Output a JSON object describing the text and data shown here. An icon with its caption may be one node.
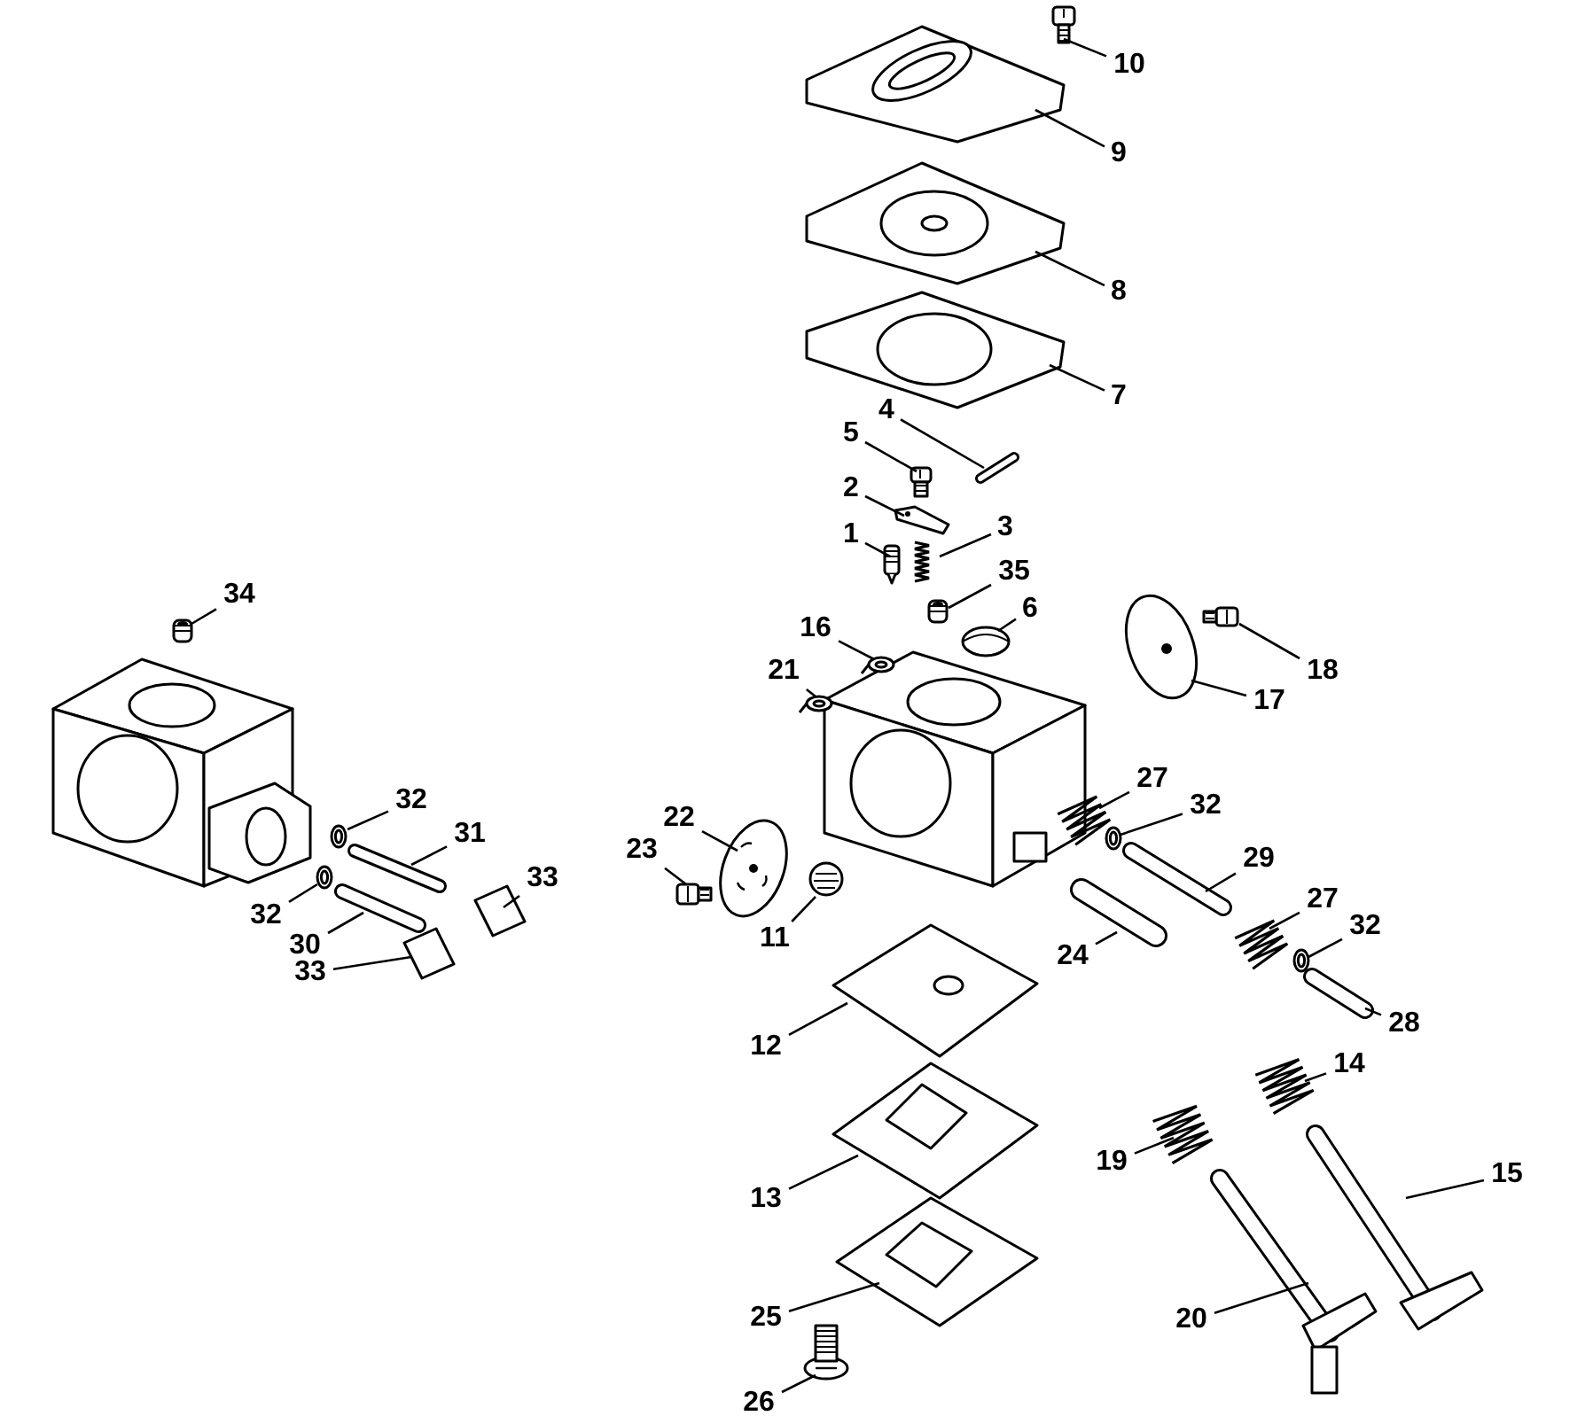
{
  "diagram": {
    "nodes": [
      {
        "text": [
          "10"
        ]
      },
      {
        "text": [
          "9"
        ]
      },
      {
        "text": [
          "8"
        ]
      },
      {
        "text": [
          "7"
        ]
      },
      {
        "text": [
          "4"
        ]
      },
      {
        "text": [
          "5"
        ]
      },
      {
        "text": [
          "2"
        ]
      },
      {
        "text": [
          "3"
        ]
      },
      {
        "text": [
          "1"
        ]
      },
      {
        "text": [
          "35"
        ]
      },
      {
        "text": [
          "34"
        ]
      },
      {
        "text": [
          "6"
        ]
      },
      {
        "text": [
          "16"
        ]
      },
      {
        "text": [
          "18"
        ]
      },
      {
        "text": [
          "21"
        ]
      },
      {
        "text": [
          "17"
        ]
      },
      {
        "text": [
          "27"
        ]
      },
      {
        "text": [
          "32"
        ]
      },
      {
        "text": [
          "32"
        ]
      },
      {
        "text": [
          "31"
        ]
      },
      {
        "text": [
          "22"
        ]
      },
      {
        "text": [
          "23"
        ]
      },
      {
        "text": [
          "33"
        ]
      },
      {
        "text": [
          "29"
        ]
      },
      {
        "text": [
          "27"
        ]
      },
      {
        "text": [
          "32"
        ]
      },
      {
        "text": [
          "30"
        ]
      },
      {
        "text": [
          "32"
        ]
      },
      {
        "text": [
          "11"
        ]
      },
      {
        "text": [
          "24"
        ]
      },
      {
        "text": [
          "33"
        ]
      },
      {
        "text": [
          "28"
        ]
      },
      {
        "text": [
          "12"
        ]
      },
      {
        "text": [
          "14"
        ]
      },
      {
        "text": [
          "19"
        ]
      },
      {
        "text": [
          "15"
        ]
      },
      {
        "text": [
          "13"
        ]
      },
      {
        "text": [
          "20"
        ]
      },
      {
        "text": [
          "25"
        ]
      },
      {
        "text": [
          "26"
        ]
      },
      {
        "text": [],
        "shape": "picture"
      },
      {
        "text": [],
        "shape": "picture"
      },
      {
        "text": [],
        "shape": "picture"
      },
      {
        "text": [],
        "shape": "picture"
      },
      {
        "text": [],
        "shape": "picture"
      },
      {
        "text": [],
        "shape": "picture"
      },
      {
        "text": [],
        "shape": "picture"
      },
      {
        "text": [],
        "shape": "picture"
      },
      {
        "text": [],
        "shape": "picture"
      },
      {
        "text": [],
        "shape": "picture"
      },
      {
        "text": [],
        "shape": "picture"
      },
      {
        "text": [],
        "shape": "picture"
      },
      {
        "text": [],
        "shape": "picture"
      },
      {
        "text": [],
        "shape": "picture"
      },
      {
        "text": [],
        "shape": "picture"
      },
      {
        "text": [],
        "shape": "picture"
      },
      {
        "text": [],
        "shape": "picture"
      },
      {
        "text": [],
        "shape": "picture"
      },
      {
        "text": [],
        "shape": "picture"
      },
      {
        "text": [],
        "shape": "picture"
      },
      {
        "text": [],
        "shape": "picture"
      },
      {
        "text": [],
        "shape": "picture"
      },
      {
        "text": [],
        "shape": "picture"
      },
      {
        "text": [],
        "shape": "picture"
      },
      {
        "text": [],
        "shape": "picture"
      },
      {
        "text": [],
        "shape": "picture"
      },
      {
        "text": [],
        "shape": "picture"
      },
      {
        "text": [],
        "shape": "picture"
      },
      {
        "text": [],
        "shape": "picture"
      },
      {
        "text": [],
        "shape": "picture"
      },
      {
        "text": [],
        "shape": "picture"
      },
      {
        "text": [],
        "shape": "picture"
      },
      {
        "text": [],
        "shape": "picture"
      },
      {
        "text": [],
        "shape": "picture"
      },
      {
        "text": [],
        "shape": "picture"
      },
      {
        "text": [],
        "shape": "picture"
      },
      {
        "text": [],
        "shape": "picture"
      },
      {
        "text": [],
        "shape": "picture"
      },
      {
        "text": [],
        "shape": "picture"
      },
      {
        "text": [],
        "shape": "picture"
      }
    ],
    "edges": [
      {
        "from": 0,
        "to": 40,
        "arrow": "none"
      },
      {
        "from": 1,
        "to": 41,
        "arrow": "none"
      },
      {
        "from": 2,
        "to": 42,
        "arrow": "none"
      },
      {
        "from": 3,
        "to": 43,
        "arrow": "none"
      },
      {
        "from": 4,
        "to": 44,
        "arrow": "none"
      },
      {
        "from": 5,
        "to": 45,
        "arrow": "none"
      },
      {
        "from": 6,
        "to": 46,
        "arrow": "none"
      },
      {
        "from": 7,
        "to": 47,
        "arrow": "none"
      },
      {
        "from": 8,
        "to": 48,
        "arrow": "none"
      },
      {
        "from": 9,
        "to": 49,
        "arrow": "none"
      },
      {
        "from": 10,
        "to": 50,
        "arrow": "none"
      },
      {
        "from": 11,
        "to": 51,
        "arrow": "none"
      },
      {
        "from": 12,
        "to": 52,
        "arrow": "none"
      },
      {
        "from": 13,
        "to": 53,
        "arrow": "none"
      },
      {
        "from": 14,
        "to": 54,
        "arrow": "none"
      },
      {
        "from": 15,
        "to": 55,
        "arrow": "none"
      },
      {
        "from": 16,
        "to": 56,
        "arrow": "none"
      },
      {
        "from": 17,
        "to": 57,
        "arrow": "none"
      },
      {
        "from": 18,
        "to": 58,
        "arrow": "none"
      },
      {
        "from": 19,
        "to": 59,
        "arrow": "none"
      },
      {
        "from": 20,
        "to": 60,
        "arrow": "none"
      },
      {
        "from": 21,
        "to": 61,
        "arrow": "none"
      },
      {
        "from": 22,
        "to": 62,
        "arrow": "none"
      },
      {
        "from": 23,
        "to": 63,
        "arrow": "none"
      },
      {
        "from": 24,
        "to": 64,
        "arrow": "none"
      },
      {
        "from": 25,
        "to": 65,
        "arrow": "none"
      },
      {
        "from": 26,
        "to": 66,
        "arrow": "none"
      },
      {
        "from": 27,
        "to": 67,
        "arrow": "none"
      },
      {
        "from": 28,
        "to": 68,
        "arrow": "none"
      },
      {
        "from": 29,
        "to": 69,
        "arrow": "none"
      },
      {
        "from": 30,
        "to": 70,
        "arrow": "none"
      },
      {
        "from": 31,
        "to": 71,
        "arrow": "none"
      },
      {
        "from": 32,
        "to": 72,
        "arrow": "none"
      },
      {
        "from": 33,
        "to": 73,
        "arrow": "none"
      },
      {
        "from": 34,
        "to": 74,
        "arrow": "none"
      },
      {
        "from": 35,
        "to": 75,
        "arrow": "none"
      },
      {
        "from": 36,
        "to": 76,
        "arrow": "none"
      },
      {
        "from": 37,
        "to": 77,
        "arrow": "none"
      },
      {
        "from": 38,
        "to": 78,
        "arrow": "none"
      },
      {
        "from": 39,
        "to": 79,
        "arrow": "none"
      }
    ]
  }
}
